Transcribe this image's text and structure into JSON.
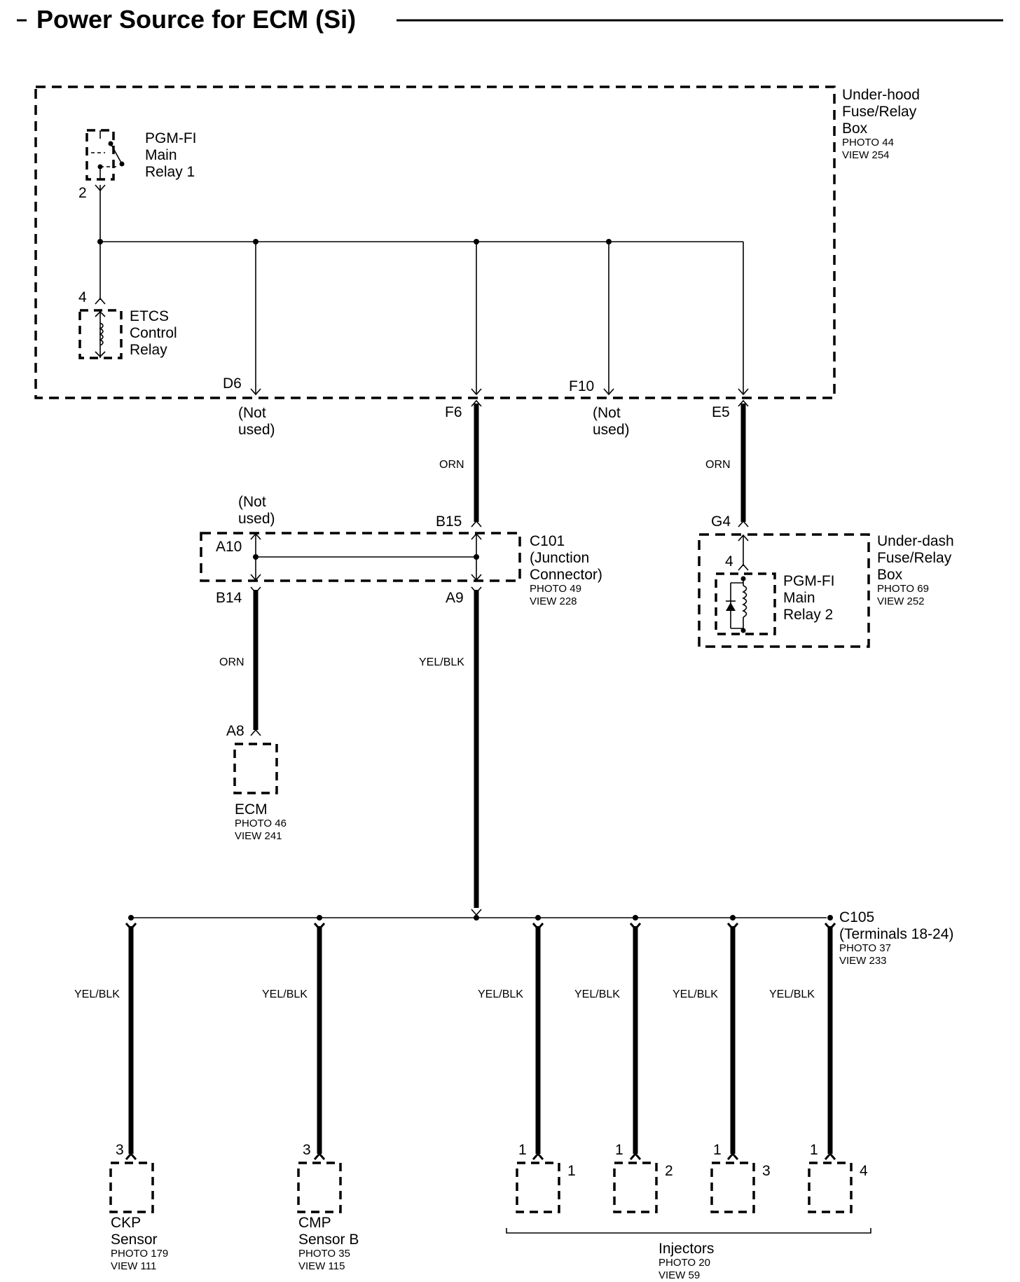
{
  "title": "Power Source for ECM (Si)",
  "underhood_box": {
    "name": [
      "Under-hood",
      "Fuse/Relay",
      "Box"
    ],
    "photo": "PHOTO 44",
    "view": "VIEW 254",
    "main_relay_1": [
      "PGM-FI",
      "Main",
      "Relay 1"
    ],
    "main_relay_1_pin": "2",
    "etcs_relay": [
      "ETCS",
      "Control",
      "Relay"
    ],
    "etcs_relay_pin": "4",
    "outputs": [
      {
        "pin": "D6",
        "note": [
          "(Not",
          "used)"
        ]
      },
      {
        "pin": "F6",
        "note": []
      },
      {
        "pin": "F10",
        "note": [
          "(Not",
          "used)"
        ]
      },
      {
        "pin": "E5",
        "note": []
      }
    ]
  },
  "wires": {
    "f6_to_c101": "ORN",
    "e5_to_g4": "ORN",
    "b14_to_ecm": "ORN",
    "a9_to_c105": "YEL/BLK"
  },
  "c101": {
    "name": [
      "C101",
      "(Junction",
      "Connector)"
    ],
    "photo": "PHOTO 49",
    "view": "VIEW 228",
    "pins": {
      "a10": "A10",
      "b15": "B15",
      "b14": "B14",
      "a9": "A9"
    },
    "a10_note": [
      "(Not",
      "used)"
    ]
  },
  "underdash_box": {
    "name": [
      "Under-dash",
      "Fuse/Relay",
      "Box"
    ],
    "photo": "PHOTO 69",
    "view": "VIEW 252",
    "connector_pin": "G4",
    "relay_pin": "4",
    "main_relay_2": [
      "PGM-FI",
      "Main",
      "Relay 2"
    ]
  },
  "ecm": {
    "pin": "A8",
    "name": "ECM",
    "photo": "PHOTO 46",
    "view": "VIEW 241"
  },
  "c105": {
    "name": [
      "C105",
      "(Terminals 18-24)"
    ],
    "photo": "PHOTO 37",
    "view": "VIEW 233"
  },
  "branches": [
    {
      "wire": "YEL/BLK",
      "pin": "3"
    },
    {
      "wire": "YEL/BLK",
      "pin": "3"
    },
    {
      "wire": "YEL/BLK",
      "pin": "1"
    },
    {
      "wire": "YEL/BLK",
      "pin": "1"
    },
    {
      "wire": "YEL/BLK",
      "pin": "1"
    },
    {
      "wire": "YEL/BLK",
      "pin": "1"
    }
  ],
  "ckp_sensor": {
    "name": [
      "CKP",
      "Sensor"
    ],
    "photo": "PHOTO 179",
    "view": "VIEW 111"
  },
  "cmp_sensor": {
    "name": [
      "CMP",
      "Sensor B"
    ],
    "photo": "PHOTO 35",
    "view": "VIEW 115"
  },
  "injectors": {
    "numbers": [
      "1",
      "2",
      "3",
      "4"
    ],
    "name": "Injectors",
    "photo": "PHOTO 20",
    "view": "VIEW 59"
  }
}
